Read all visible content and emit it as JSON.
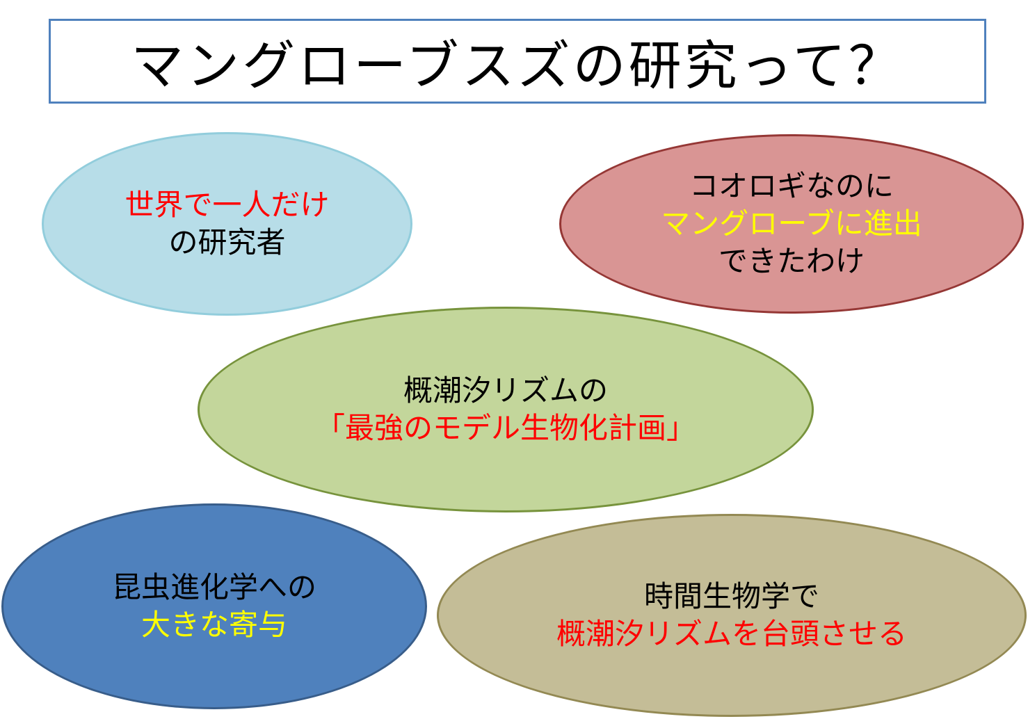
{
  "title": "マングローブスズの研究って？",
  "colors": {
    "title_border": "#4f81bd",
    "text_dark": "#000000",
    "highlight_red": "#ff0000",
    "highlight_yellow": "#ffff00"
  },
  "ellipses": [
    {
      "id": "world-only-researcher",
      "fill": "#b7dde8",
      "lines": [
        {
          "text": "世界で一人だけ",
          "color": "#ff0000"
        },
        {
          "text": "の研究者",
          "color": "#000000"
        }
      ]
    },
    {
      "id": "mangrove-advance",
      "fill": "#d99594",
      "lines": [
        {
          "text": "コオロギなのに",
          "color": "#000000"
        },
        {
          "text": "マングローブに進出",
          "color": "#ffff00"
        },
        {
          "text": "できたわけ",
          "color": "#000000"
        }
      ]
    },
    {
      "id": "model-organism-plan",
      "fill": "#c3d69b",
      "lines": [
        {
          "text": "概潮汐リズムの",
          "color": "#000000"
        },
        {
          "text": "「最強のモデル生物化計画」",
          "color": "#ff0000"
        }
      ]
    },
    {
      "id": "insect-evolution",
      "fill": "#4f81bd",
      "lines": [
        {
          "text": "昆虫進化学への",
          "color": "#000000"
        },
        {
          "text": "大きな寄与",
          "color": "#ffff00"
        }
      ]
    },
    {
      "id": "chronobiology",
      "fill": "#c4bd97",
      "lines": [
        {
          "text": "時間生物学で",
          "color": "#000000"
        },
        {
          "text": "概潮汐リズムを台頭させる",
          "color": "#ff0000"
        }
      ]
    }
  ]
}
